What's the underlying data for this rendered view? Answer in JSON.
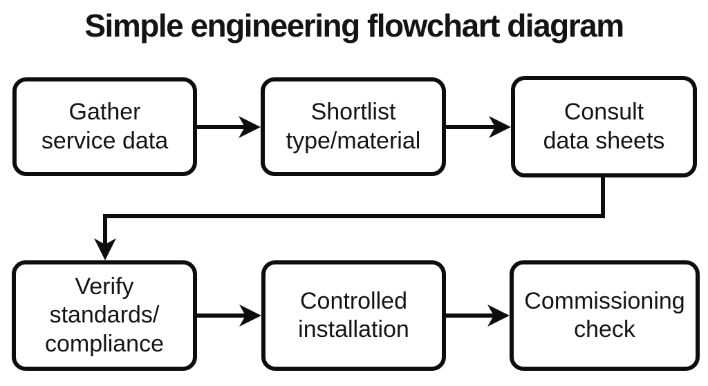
{
  "title": "Simple engineering flowchart diagram",
  "diagram": {
    "type": "flowchart",
    "nodes": [
      {
        "id": "gather",
        "label": "Gather\nservice data",
        "row": 1,
        "col": 1
      },
      {
        "id": "shortlist",
        "label": "Shortlist\ntype/material",
        "row": 1,
        "col": 2
      },
      {
        "id": "consult",
        "label": "Consult\ndata sheets",
        "row": 1,
        "col": 3
      },
      {
        "id": "verify",
        "label": "Verify\nstandards/\ncompliance",
        "row": 2,
        "col": 1
      },
      {
        "id": "install",
        "label": "Controlled\ninstallation",
        "row": 2,
        "col": 2
      },
      {
        "id": "commission",
        "label": "Commissioning\ncheck",
        "row": 2,
        "col": 3
      }
    ],
    "edges": [
      {
        "from": "gather",
        "to": "shortlist",
        "shape": "straight"
      },
      {
        "from": "shortlist",
        "to": "consult",
        "shape": "straight"
      },
      {
        "from": "consult",
        "to": "verify",
        "shape": "elbow-down-left-down"
      },
      {
        "from": "verify",
        "to": "install",
        "shape": "straight"
      },
      {
        "from": "install",
        "to": "commission",
        "shape": "straight"
      }
    ],
    "colors": {
      "stroke": "#0d0d0d",
      "node_fill": "#ffffff",
      "text": "#141414",
      "background": "#ffffff"
    }
  }
}
